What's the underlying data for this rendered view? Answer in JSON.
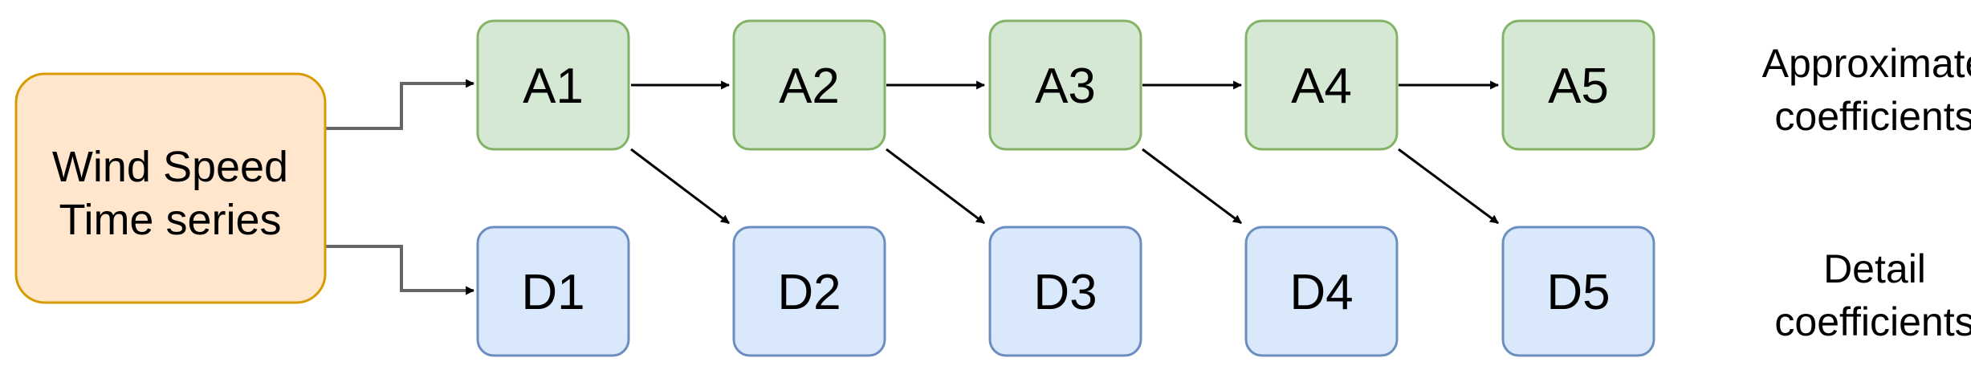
{
  "source": {
    "line1": "Wind Speed",
    "line2": "Time series",
    "fill": "#ffe6cc",
    "stroke": "#d79b00"
  },
  "approx_nodes": [
    {
      "label": "A1"
    },
    {
      "label": "A2"
    },
    {
      "label": "A3"
    },
    {
      "label": "A4"
    },
    {
      "label": "A5"
    }
  ],
  "detail_nodes": [
    {
      "label": "D1"
    },
    {
      "label": "D2"
    },
    {
      "label": "D3"
    },
    {
      "label": "D4"
    },
    {
      "label": "D5"
    }
  ],
  "approx_legend": {
    "line1": "Approximate",
    "line2": "coefficients"
  },
  "detail_legend": {
    "line1": "Detail",
    "line2": "coefficients"
  },
  "colors": {
    "approx_fill": "#d5e8d4",
    "approx_stroke": "#82b366",
    "detail_fill": "#dae8fc",
    "detail_stroke": "#6c8ebf",
    "connector_gray": "#666666",
    "arrow": "#000000"
  }
}
